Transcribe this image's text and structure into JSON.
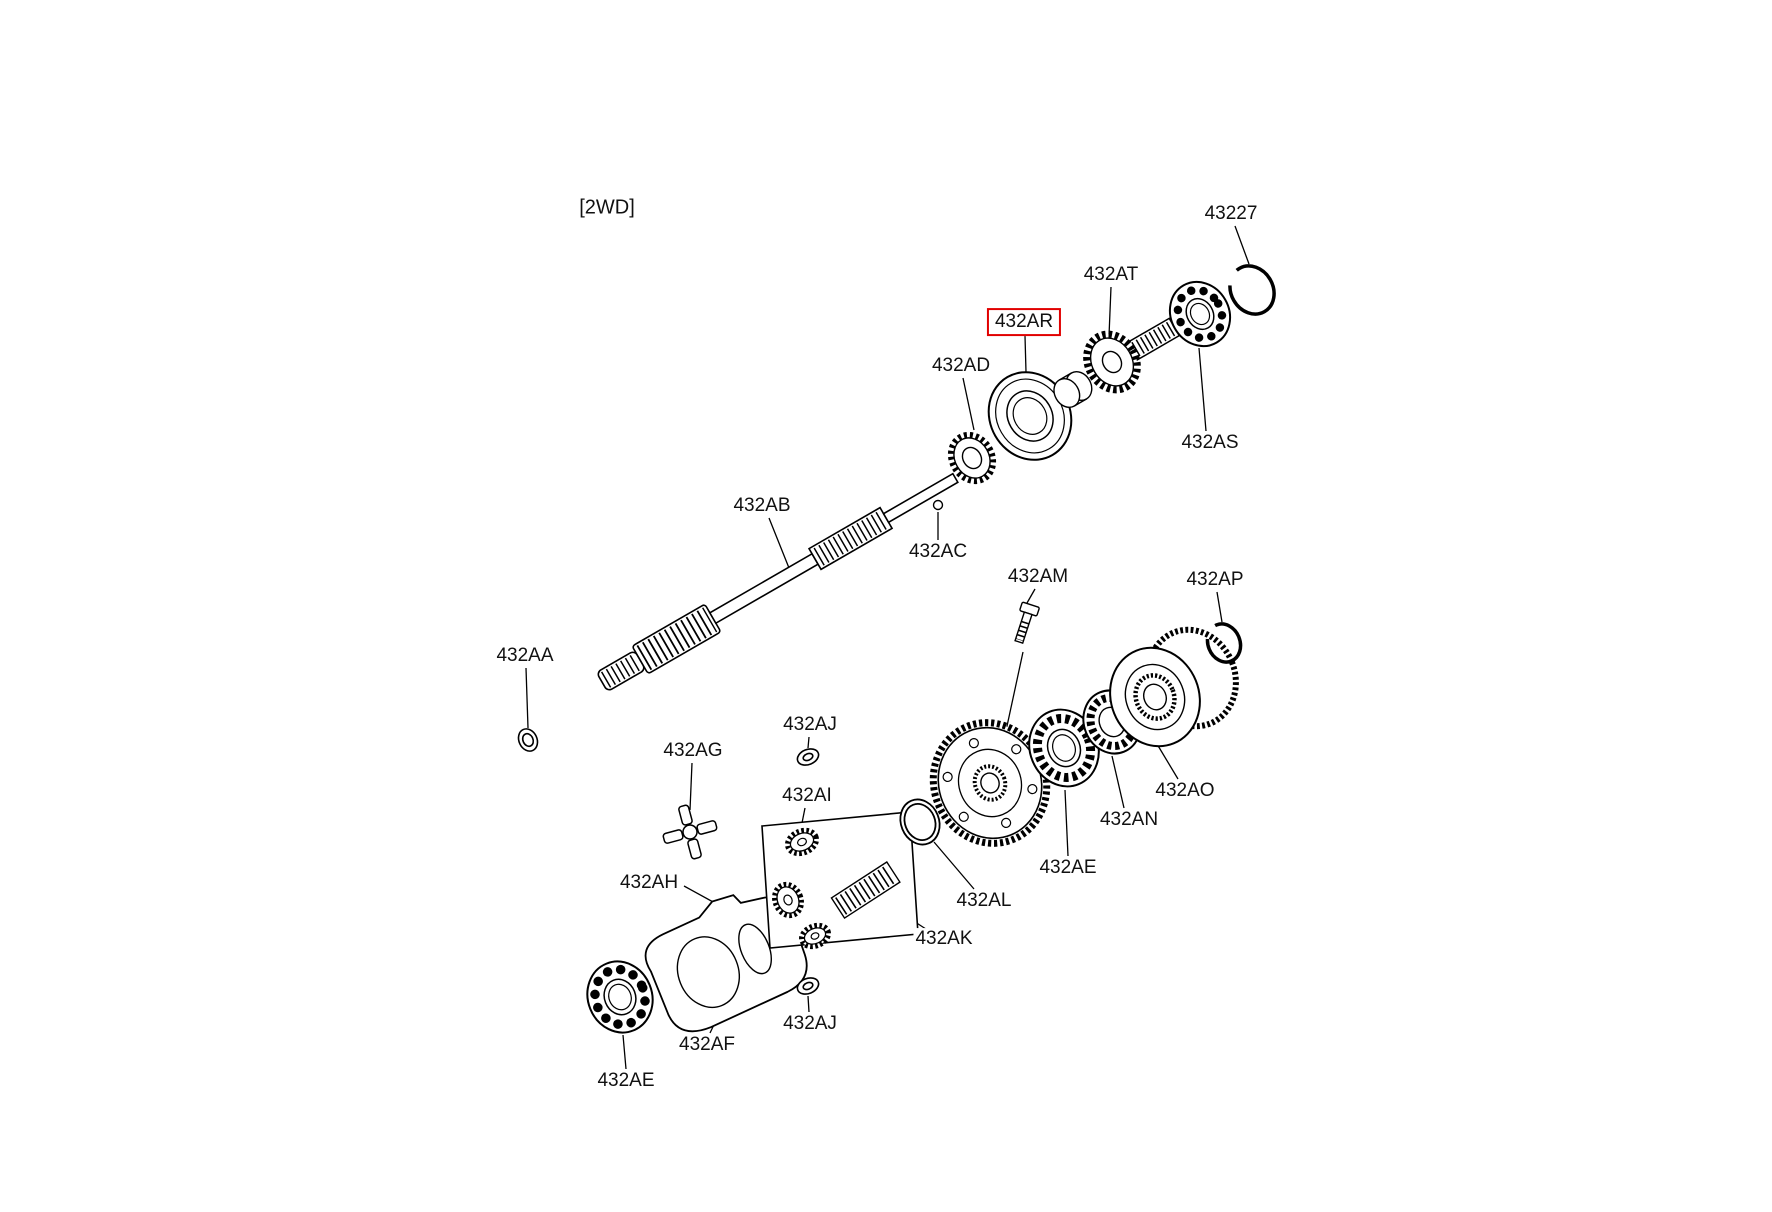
{
  "page": {
    "title": "Transaxle output shaft and differential gear exploded parts diagram",
    "background": "#ffffff",
    "line_color": "#000000",
    "highlight_color": "#e10000",
    "variant_label": "[2WD]"
  },
  "labels": [
    {
      "code": "43227",
      "highlighted": false
    },
    {
      "code": "432AT",
      "highlighted": false
    },
    {
      "code": "432AR",
      "highlighted": true
    },
    {
      "code": "432AD",
      "highlighted": false
    },
    {
      "code": "432AS",
      "highlighted": false
    },
    {
      "code": "432AB",
      "highlighted": false
    },
    {
      "code": "432AC",
      "highlighted": false
    },
    {
      "code": "432AM",
      "highlighted": false
    },
    {
      "code": "432AP",
      "highlighted": false
    },
    {
      "code": "432AA",
      "highlighted": false
    },
    {
      "code": "432AJ",
      "highlighted": false
    },
    {
      "code": "432AG",
      "highlighted": false
    },
    {
      "code": "432AI",
      "highlighted": false
    },
    {
      "code": "432AO",
      "highlighted": false
    },
    {
      "code": "432AN",
      "highlighted": false
    },
    {
      "code": "432AE",
      "highlighted": false
    },
    {
      "code": "432AL",
      "highlighted": false
    },
    {
      "code": "432AH",
      "highlighted": false
    },
    {
      "code": "432AK",
      "highlighted": false
    },
    {
      "code": "432AJ",
      "highlighted": false
    },
    {
      "code": "432AF",
      "highlighted": false
    },
    {
      "code": "432AE",
      "highlighted": false
    }
  ]
}
